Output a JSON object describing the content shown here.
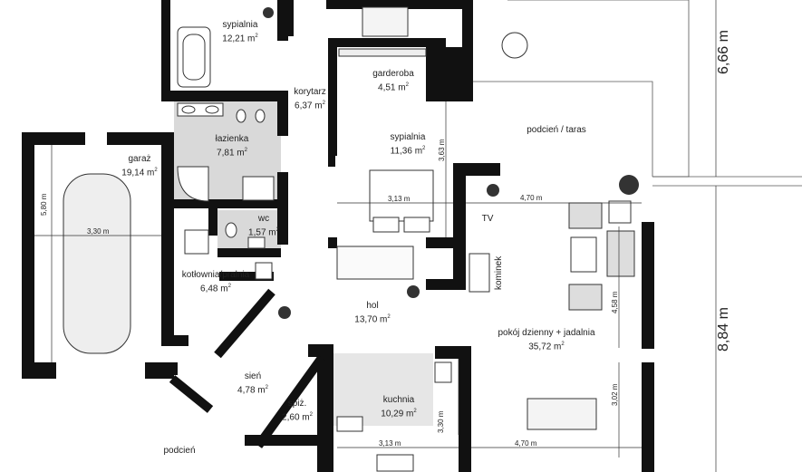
{
  "rooms": {
    "sypialnia1": {
      "name": "sypialnia",
      "area": "12,21 m",
      "exp": "2"
    },
    "garderoba": {
      "name": "garderoba",
      "area": "4,51 m",
      "exp": "2"
    },
    "korytarz": {
      "name": "korytarz",
      "area": "6,37 m",
      "exp": "2"
    },
    "lazienka": {
      "name": "łazienka",
      "area": "7,81 m",
      "exp": "2"
    },
    "sypialnia2": {
      "name": "sypialnia",
      "area": "11,36 m",
      "exp": "2"
    },
    "garaz": {
      "name": "garaż",
      "area": "19,14 m",
      "exp": "2"
    },
    "wc": {
      "name": "wc",
      "area": "1,57 m",
      "exp": "2"
    },
    "kotlownia": {
      "name": "kotłownia/pralnia",
      "area": "6,48 m",
      "exp": "2"
    },
    "hol": {
      "name": "hol",
      "area": "13,70 m",
      "exp": "2"
    },
    "pokoj": {
      "name": "pokój dzienny + jadalnia",
      "area": "35,72 m",
      "exp": "2"
    },
    "sien": {
      "name": "sień",
      "area": "4,78 m",
      "exp": "2"
    },
    "spiz": {
      "name": "spiż.",
      "area": "2,60 m",
      "exp": "2"
    },
    "kuchnia": {
      "name": "kuchnia",
      "area": "10,29 m",
      "exp": "2"
    },
    "podcien_taras": {
      "name": "podcień / taras"
    },
    "podcien": {
      "name": "podcień"
    }
  },
  "labels": {
    "tv": "TV",
    "kominek": "kominek"
  },
  "dimensions": {
    "garage_width": "3,30 m",
    "garage_depth": "5,80 m",
    "bedroom2_width": "3,13 m",
    "bedroom2_depth": "3,63 m",
    "living_width": "4,70 m",
    "living_depth": "4,58 m",
    "dining_depth": "3,02 m",
    "kitchen_depth": "3,30 m",
    "kitchen_width": "3,13 m",
    "bottom_width": "4,70 m"
  },
  "overall": {
    "upper": "6,66 m",
    "lower": "8,84 m"
  },
  "colors": {
    "wall": "#111111",
    "bathroom_floor": "#d9d9d9",
    "kitchen_floor": "#e6e6e6",
    "line": "#333333"
  }
}
